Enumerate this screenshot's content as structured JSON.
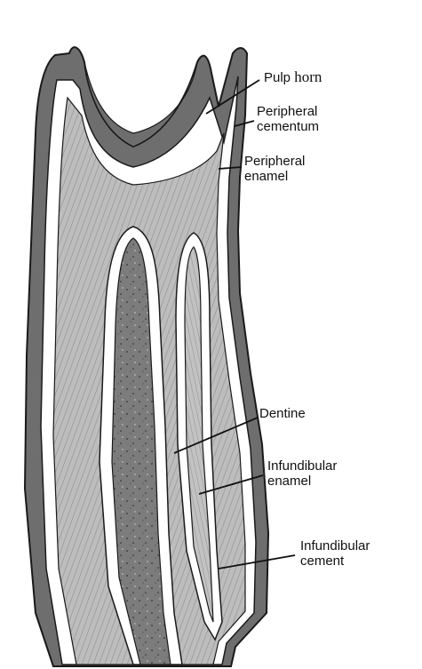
{
  "diagram": {
    "labels": {
      "pulp_horn": {
        "word1": "Pulp",
        "word2": "horn"
      },
      "peripheral_cementum": {
        "line1": "Peripheral",
        "line2": "cementum"
      },
      "peripheral_enamel": {
        "line1": "Peripheral",
        "line2": "enamel"
      },
      "dentine": {
        "line1": "Dentine"
      },
      "infundibular_enamel": {
        "line1": "Infundibular",
        "line2": "enamel"
      },
      "infundibular_cement": {
        "line1": "Infundibular",
        "line2": "cement"
      }
    },
    "colors": {
      "cementum": "#6e6e6e",
      "dentine": "#b9b9b9",
      "enamel": "#ffffff",
      "outline": "#1a1a1a",
      "infundibular_cement": "#7a7a7a"
    }
  }
}
